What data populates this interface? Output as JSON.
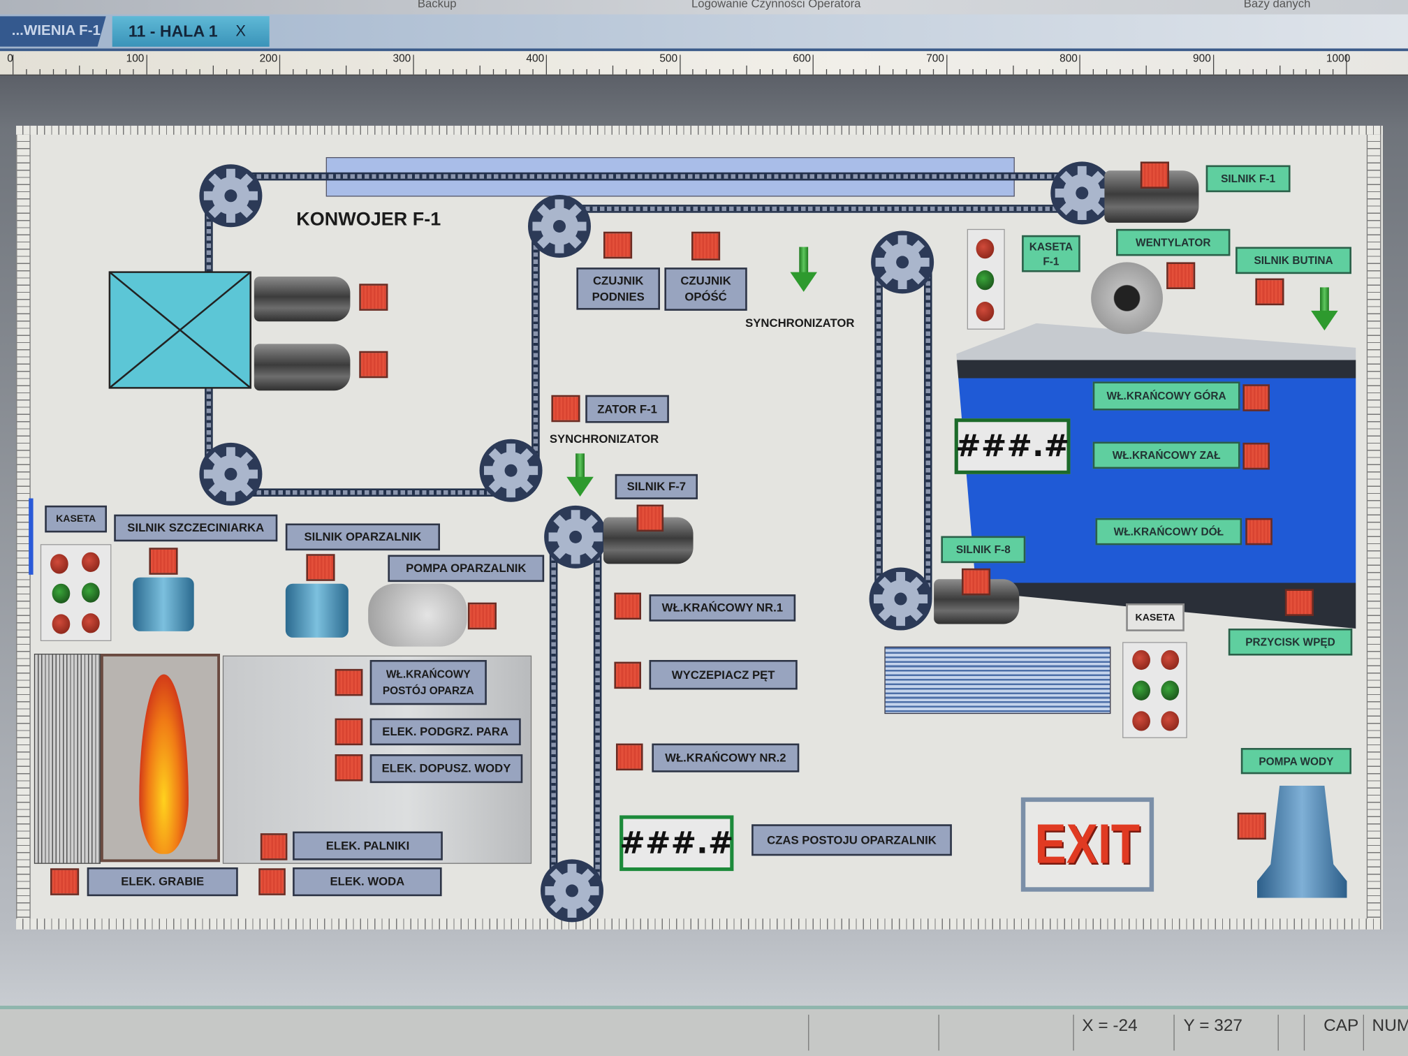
{
  "menu": {
    "items": [
      "Backup",
      "Logowanie Czynności Operatora",
      "Bazy danych"
    ]
  },
  "tabs": [
    {
      "label": "...WIENIA F-1",
      "active": false
    },
    {
      "label": "11 - HALA 1",
      "active": true,
      "close": "X"
    }
  ],
  "ruler": {
    "ticks": [
      "0",
      "100",
      "200",
      "300",
      "400",
      "500",
      "600",
      "700",
      "800",
      "900",
      "1000"
    ]
  },
  "diagram": {
    "title": "KONWOJER F-1",
    "labels": {
      "czujnik_podnies": "CZUJNIK PODNIES",
      "czujnik_opusc": "CZUJNIK OPÓŚĆ",
      "synchronizator_1": "SYNCHRONIZATOR",
      "zator": "ZATOR F-1",
      "synchronizator_2": "SYNCHRONIZATOR",
      "silnik_f7": "SILNIK F-7",
      "wl_nr1": "WŁ.KRAŃCOWY NR.1",
      "wyczepiacz": "WYCZEPIACZ PĘT",
      "wl_nr2": "WŁ.KRAŃCOWY NR.2",
      "czas_postoju": "CZAS POSTOJU OPARZALNIK",
      "kaseta_left": "KASETA",
      "silnik_szczeciniarka": "SILNIK SZCZECINIARKA",
      "silnik_oparzalnik": "SILNIK OPARZALNIK",
      "pompa_oparzalnik": "POMPA OPARZALNIK",
      "wl_postoj": "WŁ.KRAŃCOWY POSTÓJ OPARZA",
      "elek_podgrz": "ELEK. PODGRZ. PARA",
      "elek_dopusz": "ELEK. DOPUSZ. WODY",
      "elek_palniki": "ELEK. PALNIKI",
      "elek_woda": "ELEK. WODA",
      "elek_grabie": "ELEK. GRABIE",
      "silnik_f1": "SILNIK F-1",
      "kaseta_f1": "KASETA F-1",
      "wentylator": "WENTYLATOR",
      "silnik_butina": "SILNIK BUTINA",
      "wl_gora": "WŁ.KRAŃCOWY GÓRA",
      "wl_zal": "WŁ.KRAŃCOWY ZAŁ",
      "wl_dol": "WŁ.KRAŃCOWY DÓŁ",
      "silnik_f8": "SILNIK F-8",
      "kaseta_right": "KASETA",
      "przycisk_wped": "PRZYCISK WPĘD",
      "pompa_wody": "POMPA WODY"
    },
    "display_left": "###.#",
    "display_right": "###.#",
    "exit_label": "EXIT",
    "colors": {
      "indicator": "#e4503a",
      "label_gray": "#98a4bf",
      "label_green": "#5fcf9f",
      "exit": "#e03a22"
    }
  },
  "status": {
    "x": "X = -24",
    "y": "Y = 327",
    "cap": "CAP",
    "num": "NUM"
  }
}
